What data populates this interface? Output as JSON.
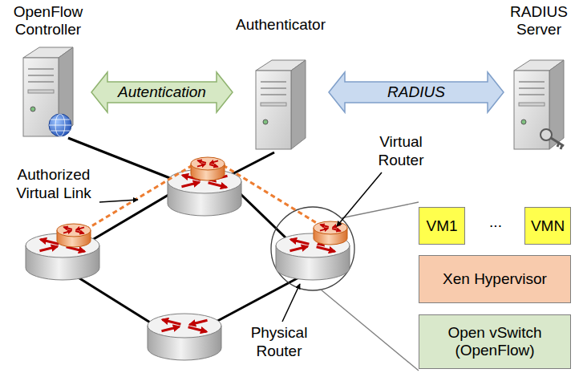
{
  "diagram": {
    "nodes": [
      {
        "text": [
          "OpenFlow Controller"
        ]
      },
      {
        "text": [
          "Authenticator"
        ]
      },
      {
        "text": [
          "RADIUS Server"
        ]
      },
      {
        "text": [
          "VM1"
        ]
      },
      {
        "text": [
          "VMN"
        ]
      },
      {
        "text": [
          "Xen Hypervisor"
        ]
      },
      {
        "text": [
          "Open vSwitch (OpenFlow)"
        ]
      }
    ],
    "edges": [
      {
        "from": 0,
        "to": 1,
        "arrow": "both",
        "label": "Autentication"
      },
      {
        "from": 1,
        "to": 2,
        "arrow": "both",
        "label": "RADIUS"
      }
    ],
    "labels": [
      "Authorized Virtual Link",
      "Virtual Router",
      "...",
      "Physical Router"
    ]
  }
}
